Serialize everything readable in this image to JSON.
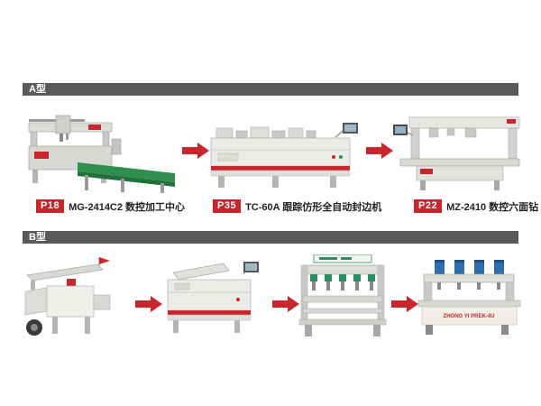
{
  "page": {
    "background": "#ffffff"
  },
  "colors": {
    "accent_red": "#c9252c",
    "section_bar_gray": "#595a5c",
    "conveyor_green": "#2f8f4e",
    "motor_blue": "#2d6fae",
    "motor_green": "#2e8f62"
  },
  "sections": {
    "a": {
      "title": "A型",
      "machines": [
        {
          "page_ref": "P18",
          "label": "MG-2414C2 数控加工中心",
          "illustration": "cnc-machining-center-with-conveyor"
        },
        {
          "page_ref": "P35",
          "label": "TC-60A 跟踪仿形全自动封边机",
          "illustration": "automatic-edge-banding-machine"
        },
        {
          "page_ref": "P22",
          "label": "MZ-2410 数控六面钻",
          "illustration": "cnc-six-side-boring-machine"
        }
      ]
    },
    "b": {
      "title": "B型",
      "machines": [
        {
          "illustration": "sliding-table-panel-saw"
        },
        {
          "illustration": "edge-banding-machine"
        },
        {
          "illustration": "multi-row-boring-machine"
        },
        {
          "illustration": "cnc-gang-drill",
          "brand_text": "ZHONG YI PREK-4U"
        }
      ]
    }
  }
}
